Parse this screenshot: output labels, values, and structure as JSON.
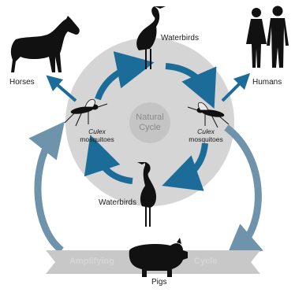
{
  "labels": {
    "waterbirds_top": "Waterbirds",
    "waterbirds_bottom": "Waterbirds",
    "horses": "Horses",
    "humans": "Humans",
    "pigs": "Pigs",
    "mosq_left_1": "Culex",
    "mosq_left_2": "mosquitoes",
    "mosq_right_1": "Culex",
    "mosq_right_2": "mosquitoes",
    "natural_1": "Natural",
    "natural_2": "Cycle",
    "amplifying": "Amplifying",
    "cycle": "Cycle"
  },
  "colors": {
    "inner_arrow": "#1b6c98",
    "outer_arrow": "#6e93aa",
    "circle": "#d5d5d5",
    "center_disk": "#c4c4c4",
    "banner": "#c8c8c8",
    "silhouette": "#111111"
  },
  "icons": {
    "horse": "horse-icon",
    "humans": "humans-icon",
    "pig": "pig-icon",
    "heron": "heron-icon",
    "mosquito": "mosquito-icon"
  }
}
